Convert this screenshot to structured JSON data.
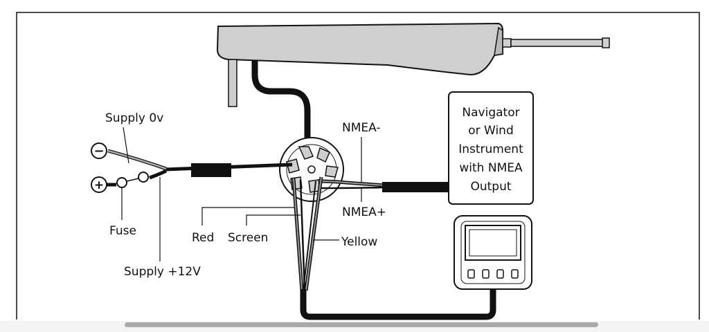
{
  "labels": {
    "supply_0v": "Supply 0v",
    "supply_12v": "Supply +12V",
    "fuse": "Fuse",
    "red": "Red",
    "screen": "Screen",
    "yellow": "Yellow",
    "nmea_minus": "NMEA-",
    "nmea_plus": "NMEA+",
    "minus_symbol": "−",
    "plus_symbol": "+"
  },
  "instrument_box": {
    "lines": [
      "Navigator",
      "or Wind",
      "Instrument",
      "with NMEA",
      "Output"
    ]
  },
  "colors": {
    "line": "#111111",
    "cable": "#1a1a1a",
    "wire_grey": "#9a9a9a",
    "device_fill": "#cfcfcf",
    "scrollbar_thumb": "#a9a9a9"
  }
}
